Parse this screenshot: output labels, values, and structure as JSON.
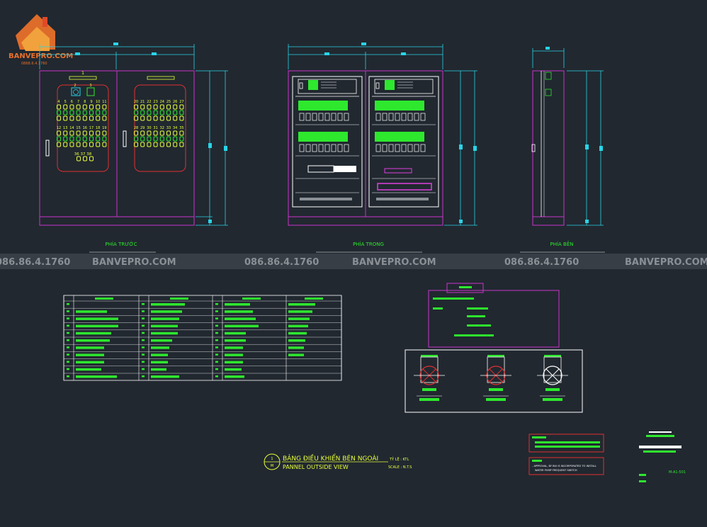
{
  "brand": {
    "logo_text": "BANVEPRO.COM",
    "logo_phone": "0868.6.4.1760",
    "watermark_phone": "086.86.4.1760",
    "watermark_site": "BANVEPRO.COM"
  },
  "views": {
    "front": "PHÍA TRƯỚC",
    "inside": "PHÍA TRONG",
    "side": "PHÍA BÊN"
  },
  "front_panel": {
    "top_label": "1",
    "meter_label": "2",
    "switch_label": "3",
    "row1": [
      "4",
      "5",
      "6",
      "7",
      "8",
      "9",
      "10",
      "11"
    ],
    "row2": [
      "12",
      "13",
      "14",
      "15",
      "16",
      "17",
      "18",
      "19"
    ],
    "row3": [
      "36",
      "37",
      "38"
    ],
    "row_b1": [
      "20",
      "21",
      "22",
      "23",
      "24",
      "25",
      "26",
      "27"
    ],
    "row_b2": [
      "28",
      "29",
      "30",
      "31",
      "32",
      "33",
      "34",
      "35"
    ]
  },
  "title_block": {
    "title_vn": "BẢNG ĐIỀU KHIỂN BÊN NGOÀI",
    "title_en": "PANNEL OUTSIDE VIEW",
    "scale_prefix": "TỶ LỆ : KTL",
    "scale": "SCALE : N.T.S",
    "symbol_top": "1",
    "symbol_bottom": "M"
  },
  "notes": {
    "note2_line1": "- APPROVAL, BY BUI IS INCORPORATED TO INSTALL",
    "note2_line2": "WATER PUMP FREQUENT SWITCH"
  },
  "drawing_number": "M-A1-501",
  "colors": {
    "background": "#212830",
    "outline": "#cc33cc",
    "dimension": "#29d4e6",
    "highlight": "#2ee82e",
    "bulb": "#e8ff3a",
    "red": "#e03030",
    "line": "#ffffff"
  }
}
